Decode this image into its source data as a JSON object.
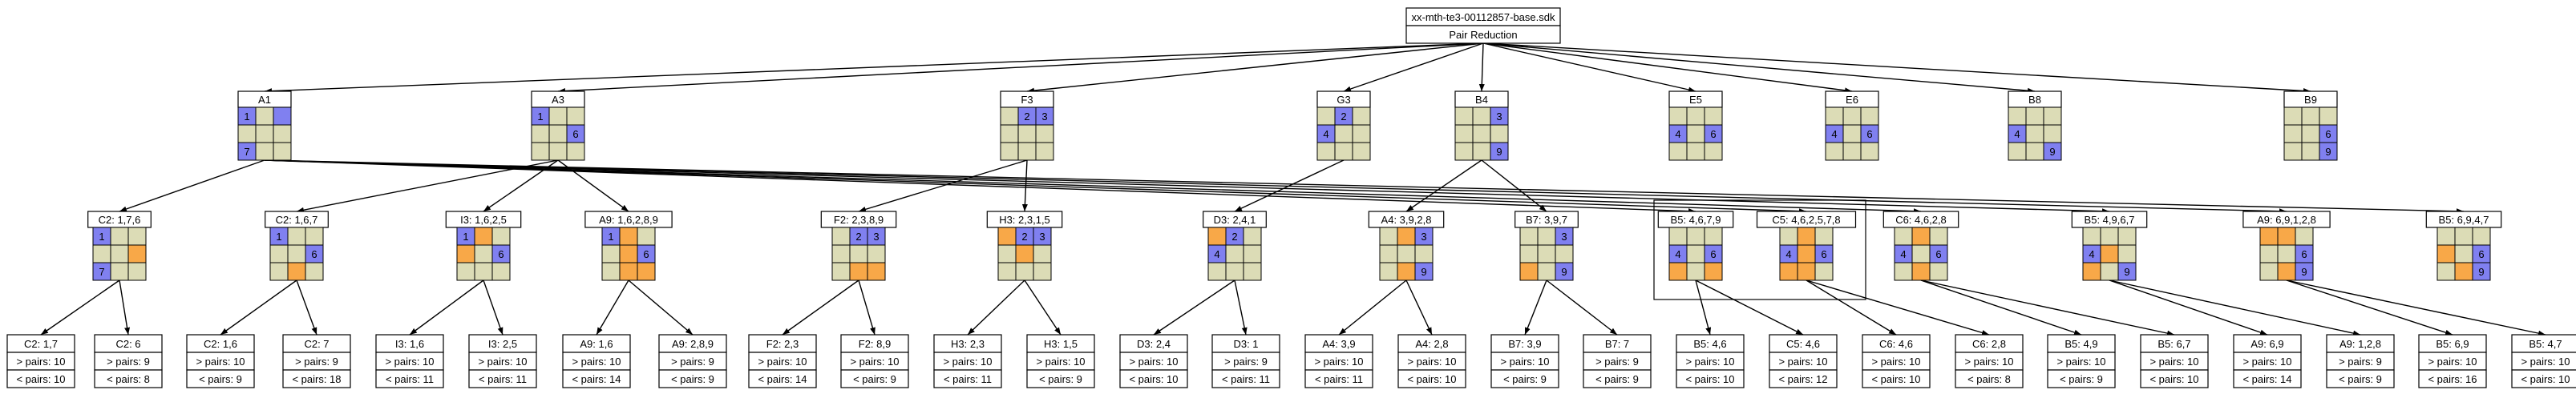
{
  "colors": {
    "blue": "#8080f0",
    "orange": "#f8a848",
    "empty": "#dcdcb6",
    "line": "#000000",
    "bg": "#ffffff"
  },
  "root": {
    "file": "xx-mth-te3-00112857-base.sdk",
    "action": "Pair Reduction"
  },
  "level1": [
    {
      "id": "A1",
      "label": "A1",
      "cells": [
        "1",
        "",
        "",
        "",
        "",
        "",
        "7",
        "",
        ""
      ],
      "marks": "bebeeebee"
    },
    {
      "id": "A3",
      "label": "A3",
      "cells": [
        "1",
        "",
        "",
        "",
        "",
        "6",
        "",
        "",
        ""
      ],
      "marks": "beeeebeee"
    },
    {
      "id": "F3",
      "label": "F3",
      "cells": [
        "",
        "2",
        "3",
        "",
        "",
        "",
        "",
        "",
        ""
      ],
      "marks": "ebbeeeeee"
    },
    {
      "id": "G3",
      "label": "G3",
      "cells": [
        "",
        "2",
        "",
        "4",
        "",
        "",
        "",
        "",
        ""
      ],
      "marks": "ebebeeeee"
    },
    {
      "id": "B4",
      "label": "B4",
      "cells": [
        "",
        "",
        "3",
        "",
        "",
        "",
        "",
        "",
        "9"
      ],
      "marks": "eebeeeeeb"
    },
    {
      "id": "E5",
      "label": "E5",
      "cells": [
        "",
        "",
        "",
        "4",
        "",
        "6",
        "",
        "",
        ""
      ],
      "marks": "eeebebeee"
    },
    {
      "id": "E6",
      "label": "E6",
      "cells": [
        "",
        "",
        "",
        "4",
        "",
        "6",
        "",
        "",
        ""
      ],
      "marks": "eeebebeee"
    },
    {
      "id": "B8",
      "label": "B8",
      "cells": [
        "",
        "",
        "",
        "4",
        "",
        "",
        "",
        "",
        "9"
      ],
      "marks": "eeebeeeeb"
    },
    {
      "id": "B9",
      "label": "B9",
      "cells": [
        "",
        "",
        "",
        "",
        "",
        "6",
        "",
        "",
        "9"
      ],
      "marks": "eeeeebeeb"
    }
  ],
  "level2": [
    {
      "id": "C2a",
      "label": "C2: 1,7,6",
      "cells": [
        "1",
        "",
        "",
        "",
        "",
        "",
        "7",
        "",
        ""
      ],
      "marks": "beeeeobee"
    },
    {
      "id": "C2b",
      "label": "C2: 1,6,7",
      "cells": [
        "1",
        "",
        "",
        "",
        "",
        "6",
        "",
        "",
        ""
      ],
      "marks": "beeeebeoe"
    },
    {
      "id": "I3",
      "label": "I3: 1,6,2,5",
      "cells": [
        "1",
        "",
        "",
        "",
        "",
        "6",
        "",
        "",
        ""
      ],
      "marks": "boeoebeee"
    },
    {
      "id": "A9",
      "label": "A9: 1,6,2,8,9",
      "cells": [
        "1",
        "",
        "",
        "",
        "",
        "6",
        "",
        "",
        ""
      ],
      "marks": "boeeobeoo"
    },
    {
      "id": "F2",
      "label": "F2: 2,3,8,9",
      "cells": [
        "",
        "2",
        "3",
        "",
        "",
        "",
        "",
        "",
        ""
      ],
      "marks": "ebbeeeeoo"
    },
    {
      "id": "H3",
      "label": "H3: 2,3,1,5",
      "cells": [
        "",
        "2",
        "3",
        "",
        "",
        "",
        "",
        "",
        ""
      ],
      "marks": "obbeoeeee"
    },
    {
      "id": "D3",
      "label": "D3: 2,4,1",
      "cells": [
        "",
        "2",
        "",
        "4",
        "",
        "",
        "",
        "",
        ""
      ],
      "marks": "obebeeeee"
    },
    {
      "id": "A4",
      "label": "A4: 3,9,2,8",
      "cells": [
        "",
        "",
        "3",
        "",
        "",
        "",
        "",
        "",
        "9"
      ],
      "marks": "eobeeeeob"
    },
    {
      "id": "B7",
      "label": "B7: 3,9,7",
      "cells": [
        "",
        "",
        "3",
        "",
        "",
        "",
        "",
        "",
        "9"
      ],
      "marks": "eebeeeoeb"
    },
    {
      "id": "B5a",
      "label": "B5: 4,6,7,9",
      "cells": [
        "",
        "",
        "",
        "4",
        "",
        "6",
        "",
        "",
        ""
      ],
      "marks": "eeebeboeo"
    },
    {
      "id": "C5",
      "label": "C5: 4,6,2,5,7,8",
      "cells": [
        "",
        "",
        "",
        "4",
        "",
        "6",
        "",
        "",
        ""
      ],
      "marks": "eoebobooe"
    },
    {
      "id": "C6",
      "label": "C6: 4,6,2,8",
      "cells": [
        "",
        "",
        "",
        "4",
        "",
        "6",
        "",
        "",
        ""
      ],
      "marks": "eoebebeoe"
    },
    {
      "id": "B5b",
      "label": "B5: 4,9,6,7",
      "cells": [
        "",
        "",
        "",
        "4",
        "",
        "",
        "",
        "",
        "9"
      ],
      "marks": "eeeboeoeb"
    },
    {
      "id": "A9b",
      "label": "A9: 6,9,1,2,8",
      "cells": [
        "",
        "",
        "",
        "",
        "",
        "6",
        "",
        "",
        "9"
      ],
      "marks": "ooeeebeob"
    },
    {
      "id": "B5c",
      "label": "B5: 6,9,4,7",
      "cells": [
        "",
        "",
        "",
        "",
        "",
        "6",
        "",
        "",
        "9"
      ],
      "marks": "eeeoebeob"
    }
  ],
  "level3": [
    {
      "label": "C2: 1,7",
      "gt": "> pairs: 10",
      "lt": "< pairs: 10"
    },
    {
      "label": "C2: 6",
      "gt": "> pairs: 9",
      "lt": "< pairs: 8"
    },
    {
      "label": "C2: 1,6",
      "gt": "> pairs: 10",
      "lt": "< pairs: 9"
    },
    {
      "label": "C2: 7",
      "gt": "> pairs: 9",
      "lt": "< pairs: 18"
    },
    {
      "label": "I3: 1,6",
      "gt": "> pairs: 10",
      "lt": "< pairs: 11"
    },
    {
      "label": "I3: 2,5",
      "gt": "> pairs: 10",
      "lt": "< pairs: 11"
    },
    {
      "label": "A9: 1,6",
      "gt": "> pairs: 10",
      "lt": "< pairs: 14"
    },
    {
      "label": "A9: 2,8,9",
      "gt": "> pairs: 9",
      "lt": "< pairs: 9"
    },
    {
      "label": "F2: 2,3",
      "gt": "> pairs: 10",
      "lt": "< pairs: 14"
    },
    {
      "label": "F2: 8,9",
      "gt": "> pairs: 10",
      "lt": "< pairs: 9"
    },
    {
      "label": "H3: 2,3",
      "gt": "> pairs: 10",
      "lt": "< pairs: 11"
    },
    {
      "label": "H3: 1,5",
      "gt": "> pairs: 10",
      "lt": "< pairs: 9"
    },
    {
      "label": "D3: 2,4",
      "gt": "> pairs: 10",
      "lt": "< pairs: 10"
    },
    {
      "label": "D3: 1",
      "gt": "> pairs: 9",
      "lt": "< pairs: 11"
    },
    {
      "label": "A4: 3,9",
      "gt": "> pairs: 10",
      "lt": "< pairs: 11"
    },
    {
      "label": "A4: 2,8",
      "gt": "> pairs: 10",
      "lt": "< pairs: 10"
    },
    {
      "label": "B7: 3,9",
      "gt": "> pairs: 10",
      "lt": "< pairs: 9"
    },
    {
      "label": "B7: 7",
      "gt": "> pairs: 9",
      "lt": "< pairs: 9"
    },
    {
      "label": "B5: 4,6",
      "gt": "> pairs: 10",
      "lt": "< pairs: 10"
    },
    {
      "label": "C5: 4,6",
      "gt": "> pairs: 10",
      "lt": "< pairs: 12"
    },
    {
      "label": "C6: 4,6",
      "gt": "> pairs: 10",
      "lt": "< pairs: 10"
    },
    {
      "label": "C6: 2,8",
      "gt": "> pairs: 10",
      "lt": "< pairs: 8"
    },
    {
      "label": "B5: 4,9",
      "gt": "> pairs: 10",
      "lt": "< pairs: 9"
    },
    {
      "label": "B5: 6,7",
      "gt": "> pairs: 10",
      "lt": "< pairs: 10"
    },
    {
      "label": "A9: 6,9",
      "gt": "> pairs: 10",
      "lt": "< pairs: 14"
    },
    {
      "label": "A9: 1,2,8",
      "gt": "> pairs: 9",
      "lt": "< pairs: 9"
    },
    {
      "label": "B5: 6,9",
      "gt": "> pairs: 10",
      "lt": "< pairs: 16"
    },
    {
      "label": "B5: 4,7",
      "gt": "> pairs: 10",
      "lt": "< pairs: 10"
    }
  ]
}
